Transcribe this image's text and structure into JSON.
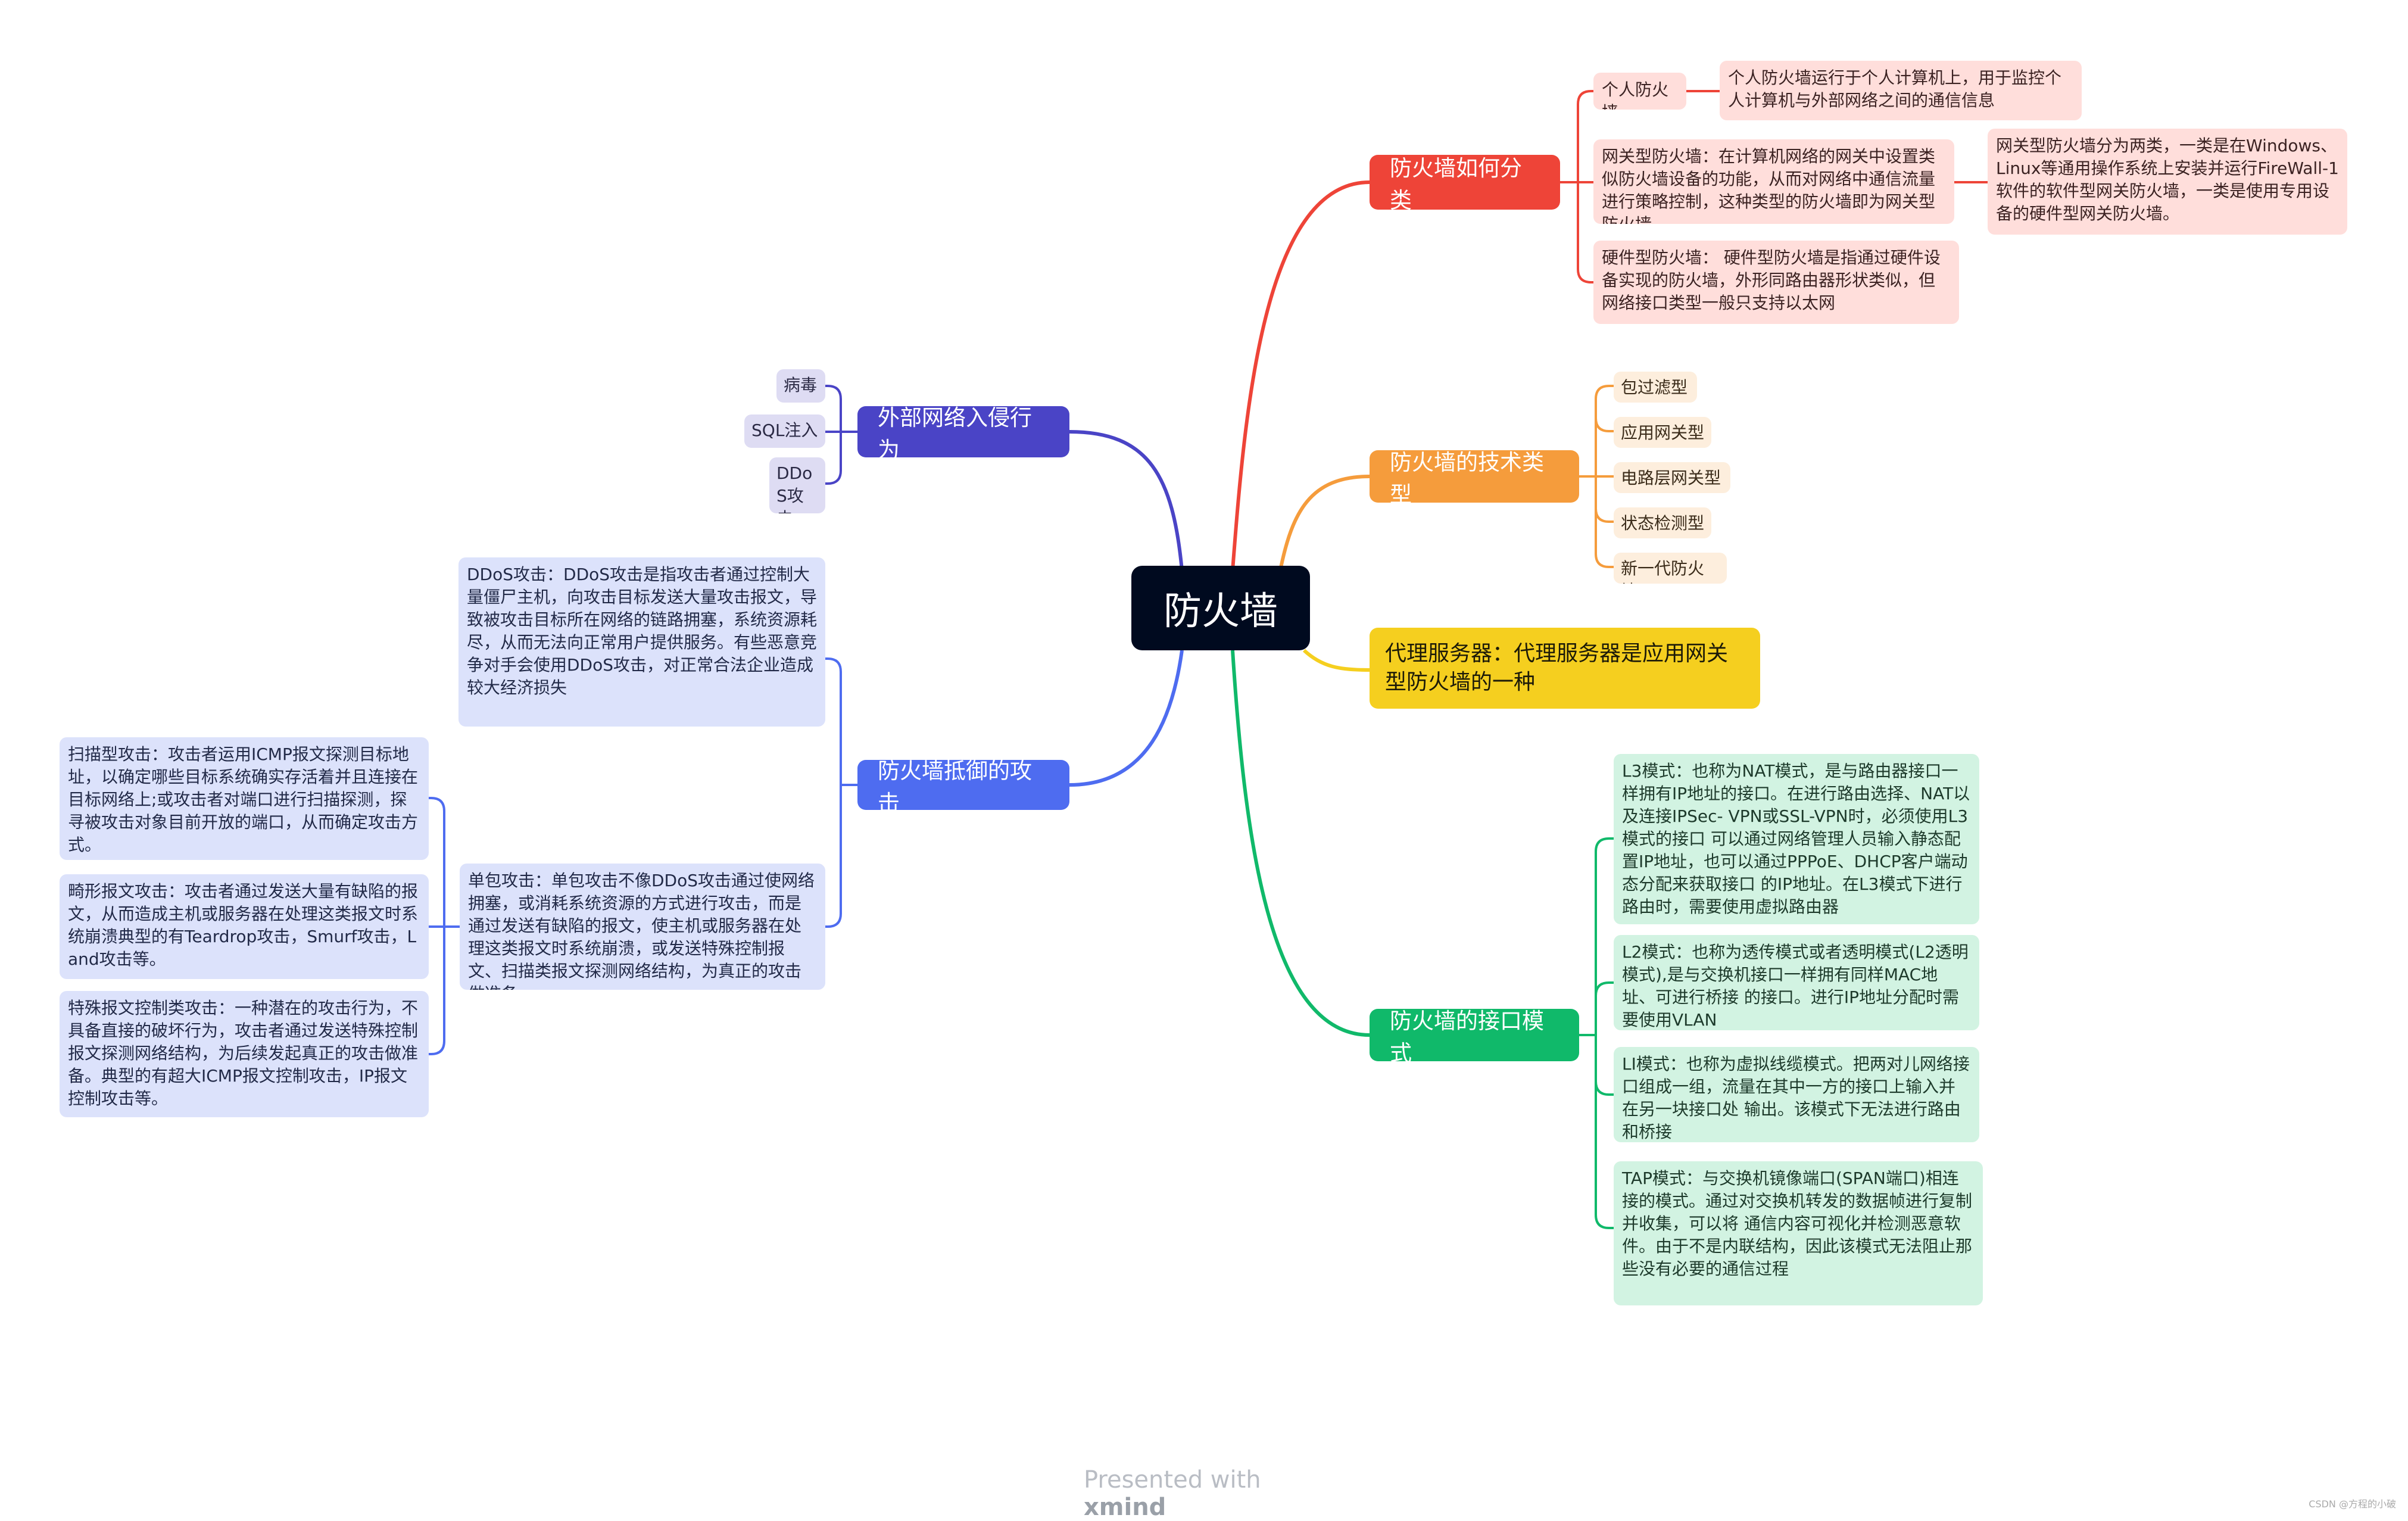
{
  "root": {
    "label": "防火墙"
  },
  "classify": {
    "title": "防火墙如何分类",
    "color": "#ee4438",
    "personal": {
      "label": "个人防火墙",
      "desc": "个人防火墙运行于个人计算机上，用于监控个人计算机与外部网络之间的通信信息"
    },
    "gateway": {
      "label": "网关型防火墙：在计算机网络的网关中设置类似防火墙设备的功能，从而对网络中通信流量进行策略控制，这种类型的防火墙即为网关型防火墙",
      "desc": "网关型防火墙分为两类，一类是在Windows、Linux等通用操作系统上安装并运行FireWall-1软件的软件型网关防火墙，一类是使用专用设备的硬件型网关防火墙。"
    },
    "hardware": {
      "label": "硬件型防火墙： 硬件型防火墙是指通过硬件设备实现的防火墙，外形同路由器形状类似，但网络接口类型一般只支持以太网"
    }
  },
  "tech": {
    "title": "防火墙的技术类型",
    "color": "#f59c3c",
    "items": [
      "包过滤型",
      "应用网关型",
      "电路层网关型",
      "状态检测型",
      "新一代防火墙"
    ]
  },
  "proxy": {
    "title": " 代理服务器：代理服务器是应用网关型防火墙的一种",
    "color": "#f5cf1f"
  },
  "iface": {
    "title": "防火墙的接口模式",
    "color": "#10b96a",
    "items": [
      "L3模式：也称为NAT模式，是与路由器接口一样拥有IP地址的接口。在进行路由选择、NAT以及连接IPSec- VPN或SSL-VPN时，必须使用L3模式的接口 可以通过网络管理人员输入静态配置IP地址，也可以通过PPPoE、DHCP客户端动态分配来获取接口 的IP地址。在L3模式下进行路由时，需要使用虚拟路由器",
      "L2模式：也称为透传模式或者透明模式(L2透明模式),是与交换机接口一样拥有同样MAC地址、可进行桥接 的接口。进行IP地址分配时需要使用VLAN",
      "LI模式：也称为虚拟线缆模式。把两对儿网络接口组成一组，流量在其中一方的接口上输入并在另一块接口处 输出。该模式下无法进行路由和桥接",
      "TAP模式：与交换机镜像端口(SPAN端口)相连接的模式。通过对交换机转发的数据帧进行复制并收集，可以将 通信内容可视化并检测恶意软件。由于不是内联结构，因此该模式无法阻止那些没有必要的通信过程"
    ]
  },
  "intrusion": {
    "title": "外部网络入侵行为",
    "color": "#4a44c6",
    "items": [
      "病毒",
      "SQL注入",
      "DDoS攻击"
    ]
  },
  "defense": {
    "title": "防火墙抵御的攻击",
    "color": "#4e6cf0",
    "ddos": "DDoS攻击：DDoS攻击是指攻击者通过控制大量僵尸主机，向攻击目标发送大量攻击报文，导致被攻击目标所在网络的链路拥塞，系统资源耗尽，从而无法向正常用户提供服务。有些恶意竞争对手会使用DDoS攻击，对正常合法企业造成较大经济损失",
    "single": "单包攻击：单包攻击不像DDoS攻击通过使网络拥塞，或消耗系统资源的方式进行攻击，而是通过发送有缺陷的报文，使主机或服务器在处理这类报文时系统崩溃，或发送特殊控制报文、扫描类报文探测网络结构，为真正的攻击做准备。",
    "sub": [
      "扫描型攻击：攻击者运用ICMP报文探测目标地址，以确定哪些目标系统确实存活着并且连接在目标网络上;或攻击者对端口进行扫描探测，探寻被攻击对象目前开放的端口，从而确定攻击方式。",
      "畸形报文攻击：攻击者通过发送大量有缺陷的报文，从而造成主机或服务器在处理这类报文时系统崩溃典型的有Teardrop攻击，Smurf攻击，Land攻击等。",
      "特殊报文控制类攻击：一种潜在的攻击行为，不具备直接的破坏行为，攻击者通过发送特殊控制报文探测网络结构，为后续发起真正的攻击做准备。典型的有超大ICMP报文控制攻击，IP报文控制攻击等。"
    ]
  },
  "footer": {
    "presented": "Presented with ",
    "brand": "xmind",
    "csdn": "CSDN @方程的小破"
  }
}
